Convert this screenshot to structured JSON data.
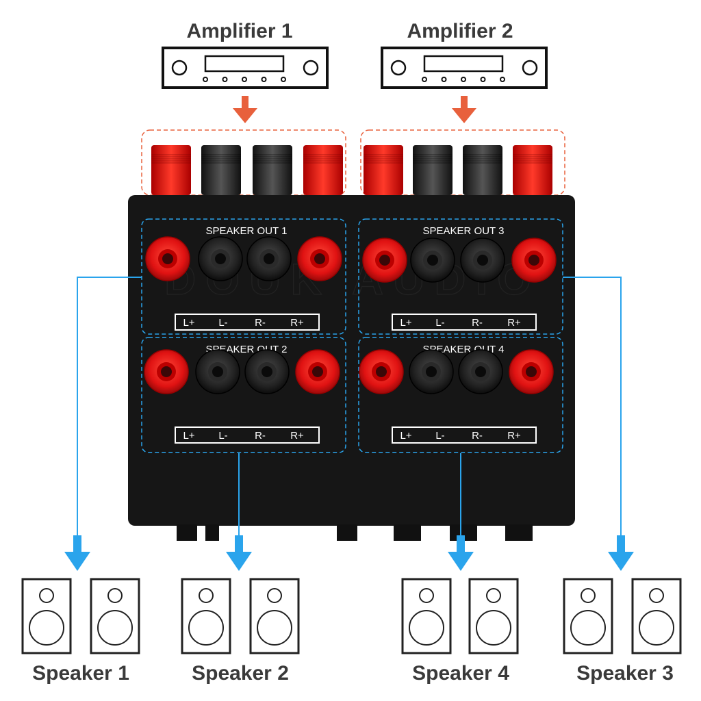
{
  "amplifiers": [
    {
      "label": "Amplifier 1"
    },
    {
      "label": "Amplifier 2"
    }
  ],
  "panels": [
    {
      "title": "SPEAKER OUT 1",
      "channels": [
        "L+",
        "L-",
        "R-",
        "R+"
      ]
    },
    {
      "title": "SPEAKER OUT 2",
      "channels": [
        "L+",
        "L-",
        "R-",
        "R+"
      ]
    },
    {
      "title": "SPEAKER OUT 3",
      "channels": [
        "L+",
        "L-",
        "R-",
        "R+"
      ]
    },
    {
      "title": "SPEAKER OUT 4",
      "channels": [
        "L+",
        "L-",
        "R-",
        "R+"
      ]
    }
  ],
  "speakers": [
    {
      "label": "Speaker 1"
    },
    {
      "label": "Speaker 2"
    },
    {
      "label": "Speaker 4"
    },
    {
      "label": "Speaker 3"
    }
  ],
  "watermark": "DOUK AUDIO",
  "colors": {
    "input_arrow": "#e8603c",
    "output_line": "#2aa4ec",
    "terminal_red": "#e81818",
    "terminal_black": "#1c1c1c",
    "body": "#161616"
  }
}
